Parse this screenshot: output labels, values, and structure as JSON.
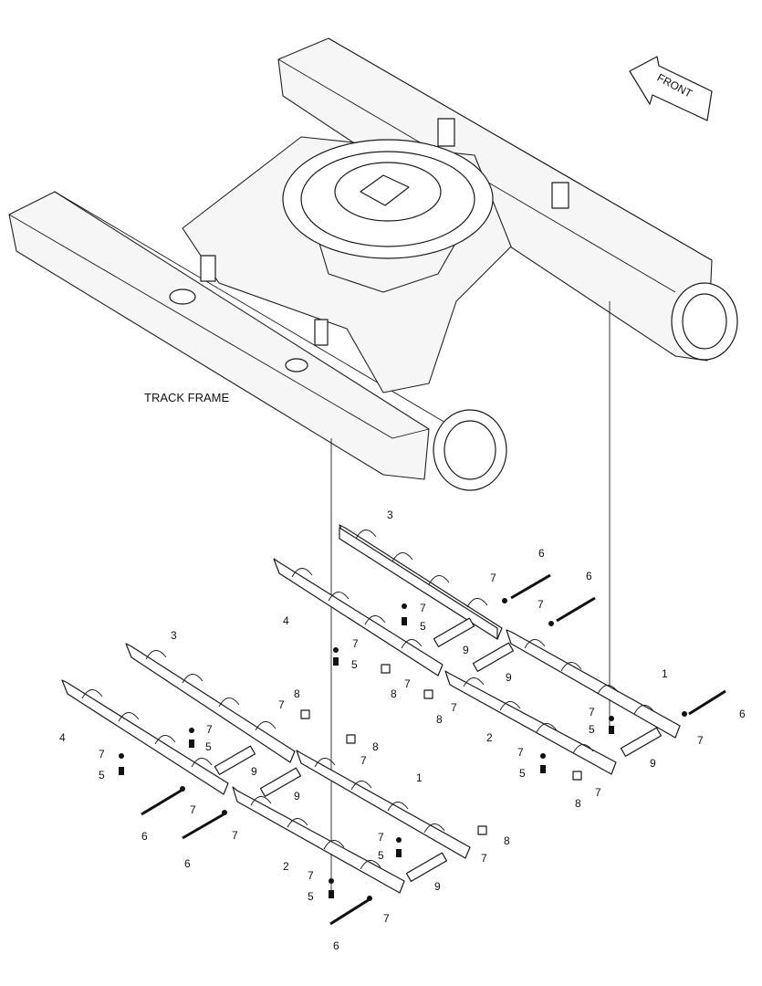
{
  "labels": {
    "track_frame": "TRACK FRAME",
    "front": "FRONT"
  },
  "callouts": {
    "rail_1": "1",
    "rail_2": "2",
    "rail_3": "3",
    "rail_4": "4",
    "bolt_5": "5",
    "pin_6": "6",
    "washer_7": "7",
    "nut_8": "8",
    "spacer_9": "9"
  },
  "colors": {
    "line": "#1a1a1a",
    "frame_fill": "#f6f6f6",
    "background": "#ffffff"
  }
}
